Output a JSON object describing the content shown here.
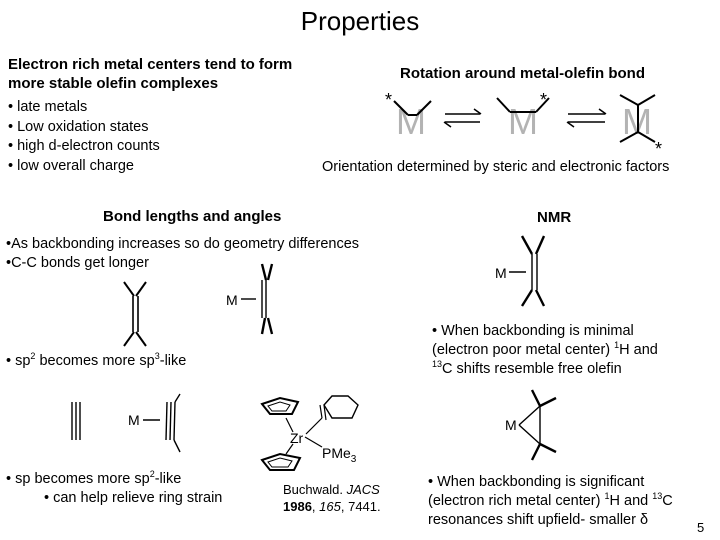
{
  "slide": {
    "title": "Properties",
    "page_number": "5"
  },
  "left_top": {
    "heading_line1": "Electron rich metal centers tend to form",
    "heading_line2": "more stable olefin complexes",
    "bullets": [
      "• late metals",
      "• Low oxidation states",
      "• high d-electron counts",
      "• low overall charge"
    ]
  },
  "rotation": {
    "heading": "Rotation around metal-olefin bond",
    "metal_symbol": "M",
    "star": "*",
    "caption": "Orientation determined by steric and electronic factors"
  },
  "bond_lengths": {
    "heading": "Bond lengths and angles",
    "bullet1": "•As backbonding increases so do geometry differences",
    "bullet2": "•C-C bonds get longer",
    "metal_label": "M",
    "sp2_pre": "• sp",
    "sp2_sup1": "2",
    "sp2_mid": " becomes more sp",
    "sp2_sup2": "3",
    "sp2_post": "-like",
    "sp_pre": "• sp becomes more sp",
    "sp_sup": "2",
    "sp_post": "-like",
    "sp_sub": "• can help relieve ring strain"
  },
  "zirconocene": {
    "metal": "Zr",
    "ligand_pre": "PMe",
    "ligand_sub": "3",
    "citation_author": "Buchwald. ",
    "citation_journal": "JACS",
    "citation_year": "1986",
    "citation_volume": "165",
    "citation_page": ", 7441."
  },
  "nmr": {
    "heading": "NMR",
    "metal_label": "M",
    "minimal_line1": "• When backbonding is minimal",
    "minimal_line2": "(electron poor metal center) ",
    "minimal_sup1": "1",
    "minimal_h": "H and",
    "minimal_sup2": "13",
    "minimal_line3": "C shifts resemble free olefin",
    "significant_line1": "• When backbonding is significant",
    "significant_line2_pre": "(electron rich metal center) ",
    "significant_sup1": "1",
    "significant_line2_mid": "H and ",
    "significant_sup2": "13",
    "significant_line2_post": "C",
    "significant_line3": "resonances shift upfield- smaller δ"
  }
}
